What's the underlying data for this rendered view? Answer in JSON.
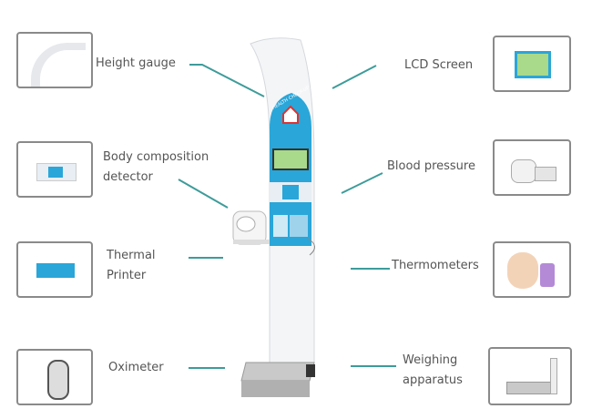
{
  "labels": {
    "height_gauge": "Height gauge",
    "lcd_screen": "LCD Screen",
    "body_composition_1": "Body composition",
    "body_composition_2": "detector",
    "blood_pressure": "Blood pressure",
    "thermal_printer_1": "Thermal",
    "thermal_printer_2": "Printer",
    "thermometers": "Thermometers",
    "oximeter": "Oximeter",
    "weighing_1": "Weighing",
    "weighing_2": "apparatus"
  },
  "device_text": "HEALTH CHECK-UP",
  "colors": {
    "line": "#3d9c9a",
    "panel": "#2aa6d8",
    "border": "#8a8a8a"
  }
}
